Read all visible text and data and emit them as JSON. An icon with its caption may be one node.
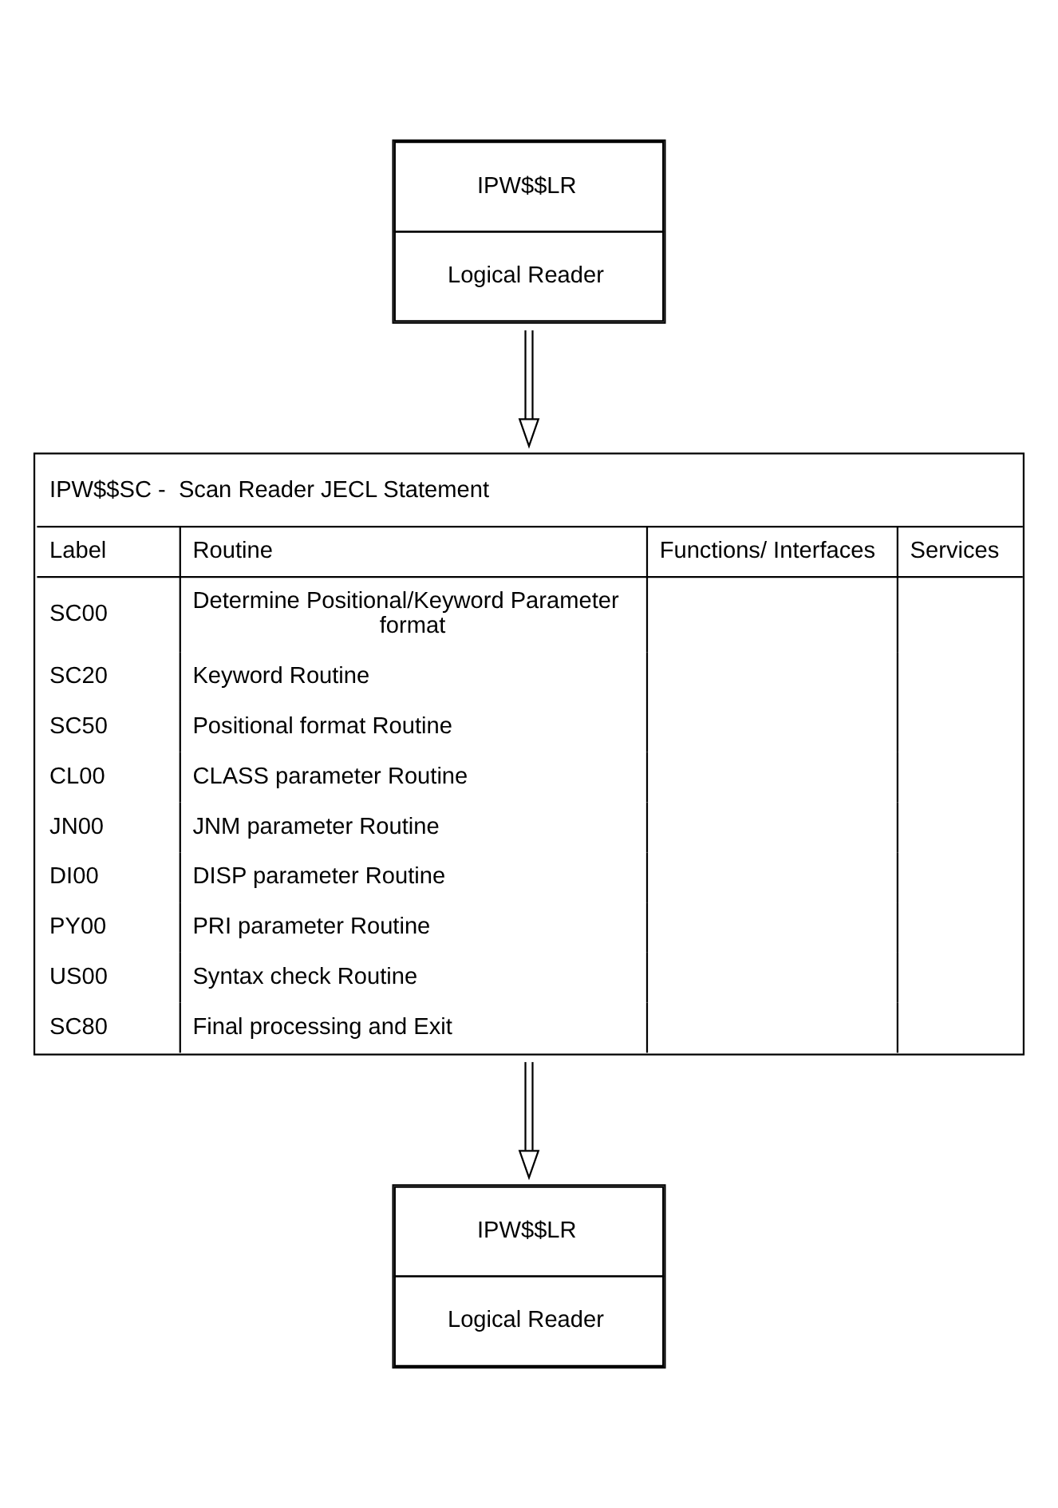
{
  "diagram": {
    "nodes": [
      {
        "text": [
          "IPW$$LR",
          "Logical Reader"
        ]
      },
      {
        "text": [
          "IPW$$SC -  Scan Reader JECL Statement",
          "Label",
          "Routine",
          "Functions/ Interfaces",
          "Services",
          "SC00",
          "Determine Positional/Keyword Parameter format",
          "SC20",
          "Keyword Routine",
          "SC50",
          "Positional format Routine",
          "CL00",
          "CLASS parameter Routine",
          "JN00",
          "JNM parameter Routine",
          "DI00",
          "DISP parameter Routine",
          "PY00",
          "PRI parameter Routine",
          "US00",
          "Syntax check Routine",
          "SC80",
          "Final processing and Exit"
        ]
      },
      {
        "text": [
          "IPW$$LR",
          "Logical Reader"
        ]
      }
    ],
    "edges": [
      {
        "from": 0,
        "to": 1,
        "arrow": "to"
      },
      {
        "from": 1,
        "to": 2,
        "arrow": "to"
      }
    ]
  }
}
